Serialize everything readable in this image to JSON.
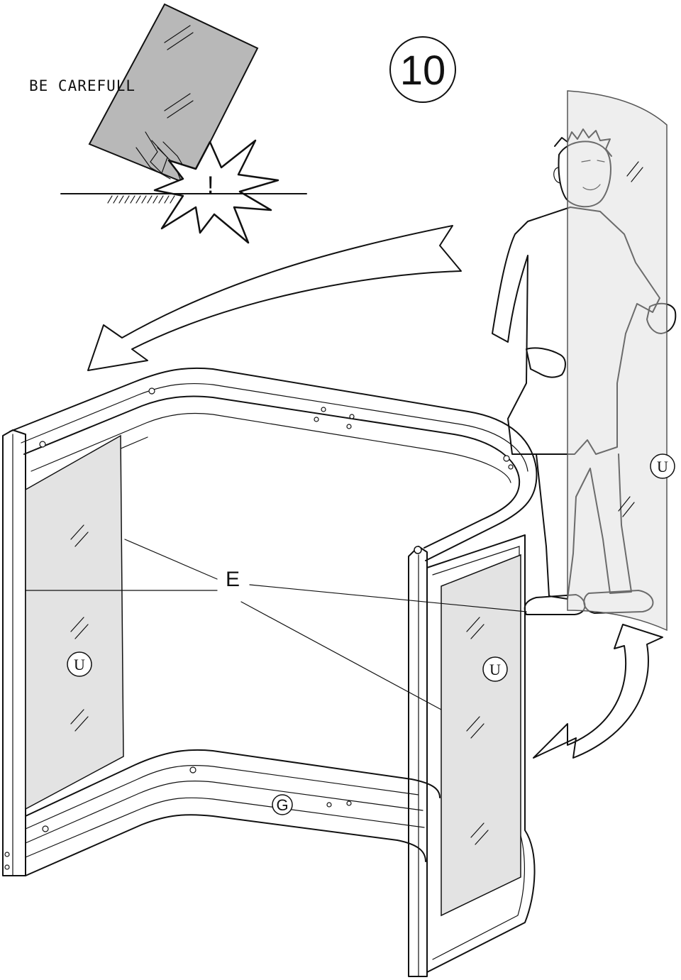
{
  "warning": {
    "text": "BE CAREFULL"
  },
  "step": {
    "number": "10"
  },
  "labels": {
    "seal": "E",
    "glass_panel": "U",
    "bottom_track": "G"
  }
}
